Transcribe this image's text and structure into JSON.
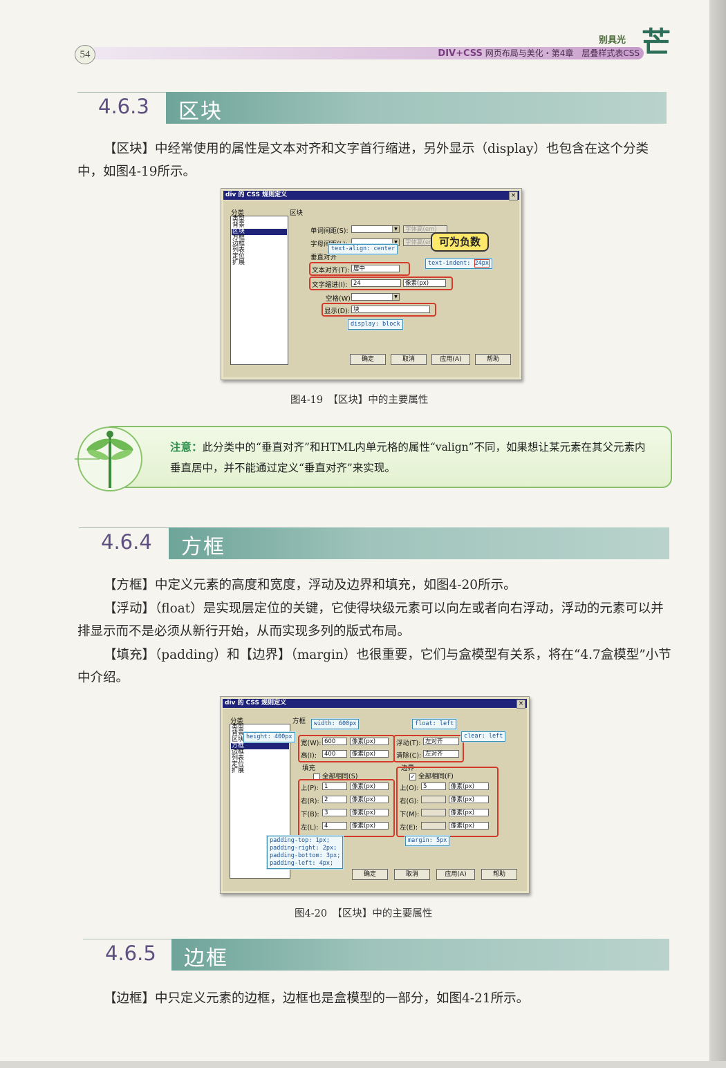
{
  "header": {
    "page_number": "54",
    "brand_small": "别具光",
    "brand_large": "芒",
    "book_series": "DIV+CSS",
    "running_title": "网页布局与美化・第4章　层叠样式表CSS"
  },
  "section_463": {
    "number": "4.6.3",
    "title": "区块",
    "para1": "【区块】中经常使用的属性是文本对齐和文字首行缩进，另外显示（display）也包含在这个分类中，如图4-19所示。",
    "figure": {
      "caption": "图4-19　【区块】中的主要属性",
      "dialog_title": "div 的 CSS 规则定义",
      "close": "×",
      "category_header": "分类",
      "panel_header": "区块",
      "categories": [
        "类型",
        "背景",
        "区块",
        "方框",
        "边框",
        "列表",
        "定位",
        "扩展"
      ],
      "selected_category": "区块",
      "labels": {
        "word_spacing": "单词间距(S):",
        "letter_spacing": "字母间距(L):",
        "vertical_align": "垂直对齐",
        "text_align": "文本对齐(T):",
        "text_indent": "文字缩进(I):",
        "whitespace": "空格(W):",
        "display": "显示(D):"
      },
      "values": {
        "unit_disabled": "字体高(em)",
        "text_align": "居中",
        "text_indent": "24",
        "indent_unit": "像素(px)",
        "display": "块"
      },
      "callouts": {
        "text_align": "text-align: center",
        "text_indent_prefix": "text-indent: ",
        "text_indent_value": "24px",
        "display": "display: block",
        "bubble": "可为负数"
      },
      "buttons": [
        "确定",
        "取消",
        "应用(A)",
        "帮助"
      ]
    }
  },
  "note": {
    "label": "注意：",
    "text": "此分类中的“垂直对齐”和HTML内单元格的属性“valign”不同，如果想让某元素在其父元素内垂直居中，并不能通过定义“垂直对齐”来实现。"
  },
  "section_464": {
    "number": "4.6.4",
    "title": "方框",
    "para1": "【方框】中定义元素的高度和宽度，浮动及边界和填充，如图4-20所示。",
    "para2": "【浮动】（float）是实现层定位的关键，它使得块级元素可以向左或者向右浮动，浮动的元素可以并排显示而不是必须从新行开始，从而实现多列的版式布局。",
    "para3": "【填充】（padding）和【边界】（margin）也很重要，它们与盒模型有关系，将在“4.7盒模型”小节中介绍。",
    "figure": {
      "caption": "图4-20　【区块】中的主要属性",
      "dialog_title": "div 的 CSS 规则定义",
      "close": "×",
      "category_header": "分类",
      "panel_header": "方框",
      "categories": [
        "类型",
        "背景",
        "区块",
        "方框",
        "边框",
        "列表",
        "定位",
        "扩展"
      ],
      "selected_category": "方框",
      "labels": {
        "width": "宽(W):",
        "height": "高(I):",
        "float": "浮动(T):",
        "clear": "清除(C):",
        "padding": "填充",
        "margin": "边界",
        "same_all": "全部相同(S)",
        "same_all_margin": "全部相同(F)",
        "top": "上(P):",
        "right": "右(R):",
        "bottom": "下(B):",
        "left": "左(L):",
        "m_top": "上(O):",
        "m_right": "右(G):",
        "m_bottom": "下(M):",
        "m_left": "左(E):"
      },
      "values": {
        "width": "600",
        "height": "400",
        "unit": "像素(px)",
        "float": "左对齐",
        "clear": "左对齐",
        "pad_top": "1",
        "pad_right": "2",
        "pad_bottom": "3",
        "pad_left": "4",
        "margin_top": "5",
        "margin_check": "✓"
      },
      "callouts": {
        "width": "width: 600px",
        "height": "height: 400px",
        "float": "float: left",
        "clear": "clear: left",
        "padding": "padding-top: 1px;\npadding-right: 2px;\npadding-bottom: 3px;\npadding-left: 4px;",
        "margin": "margin: 5px"
      },
      "buttons": [
        "确定",
        "取消",
        "应用(A)",
        "帮助"
      ]
    }
  },
  "section_465": {
    "number": "4.6.5",
    "title": "边框",
    "para1": "【边框】中只定义元素的边框，边框也是盒模型的一部分，如图4-21所示。"
  },
  "colors": {
    "heading_bar": "#6ea499",
    "heading_number": "#5d4f7f",
    "callout_border": "#3a8fb3",
    "highlight_red": "#d33a2c",
    "note_green": "#86c06a"
  }
}
